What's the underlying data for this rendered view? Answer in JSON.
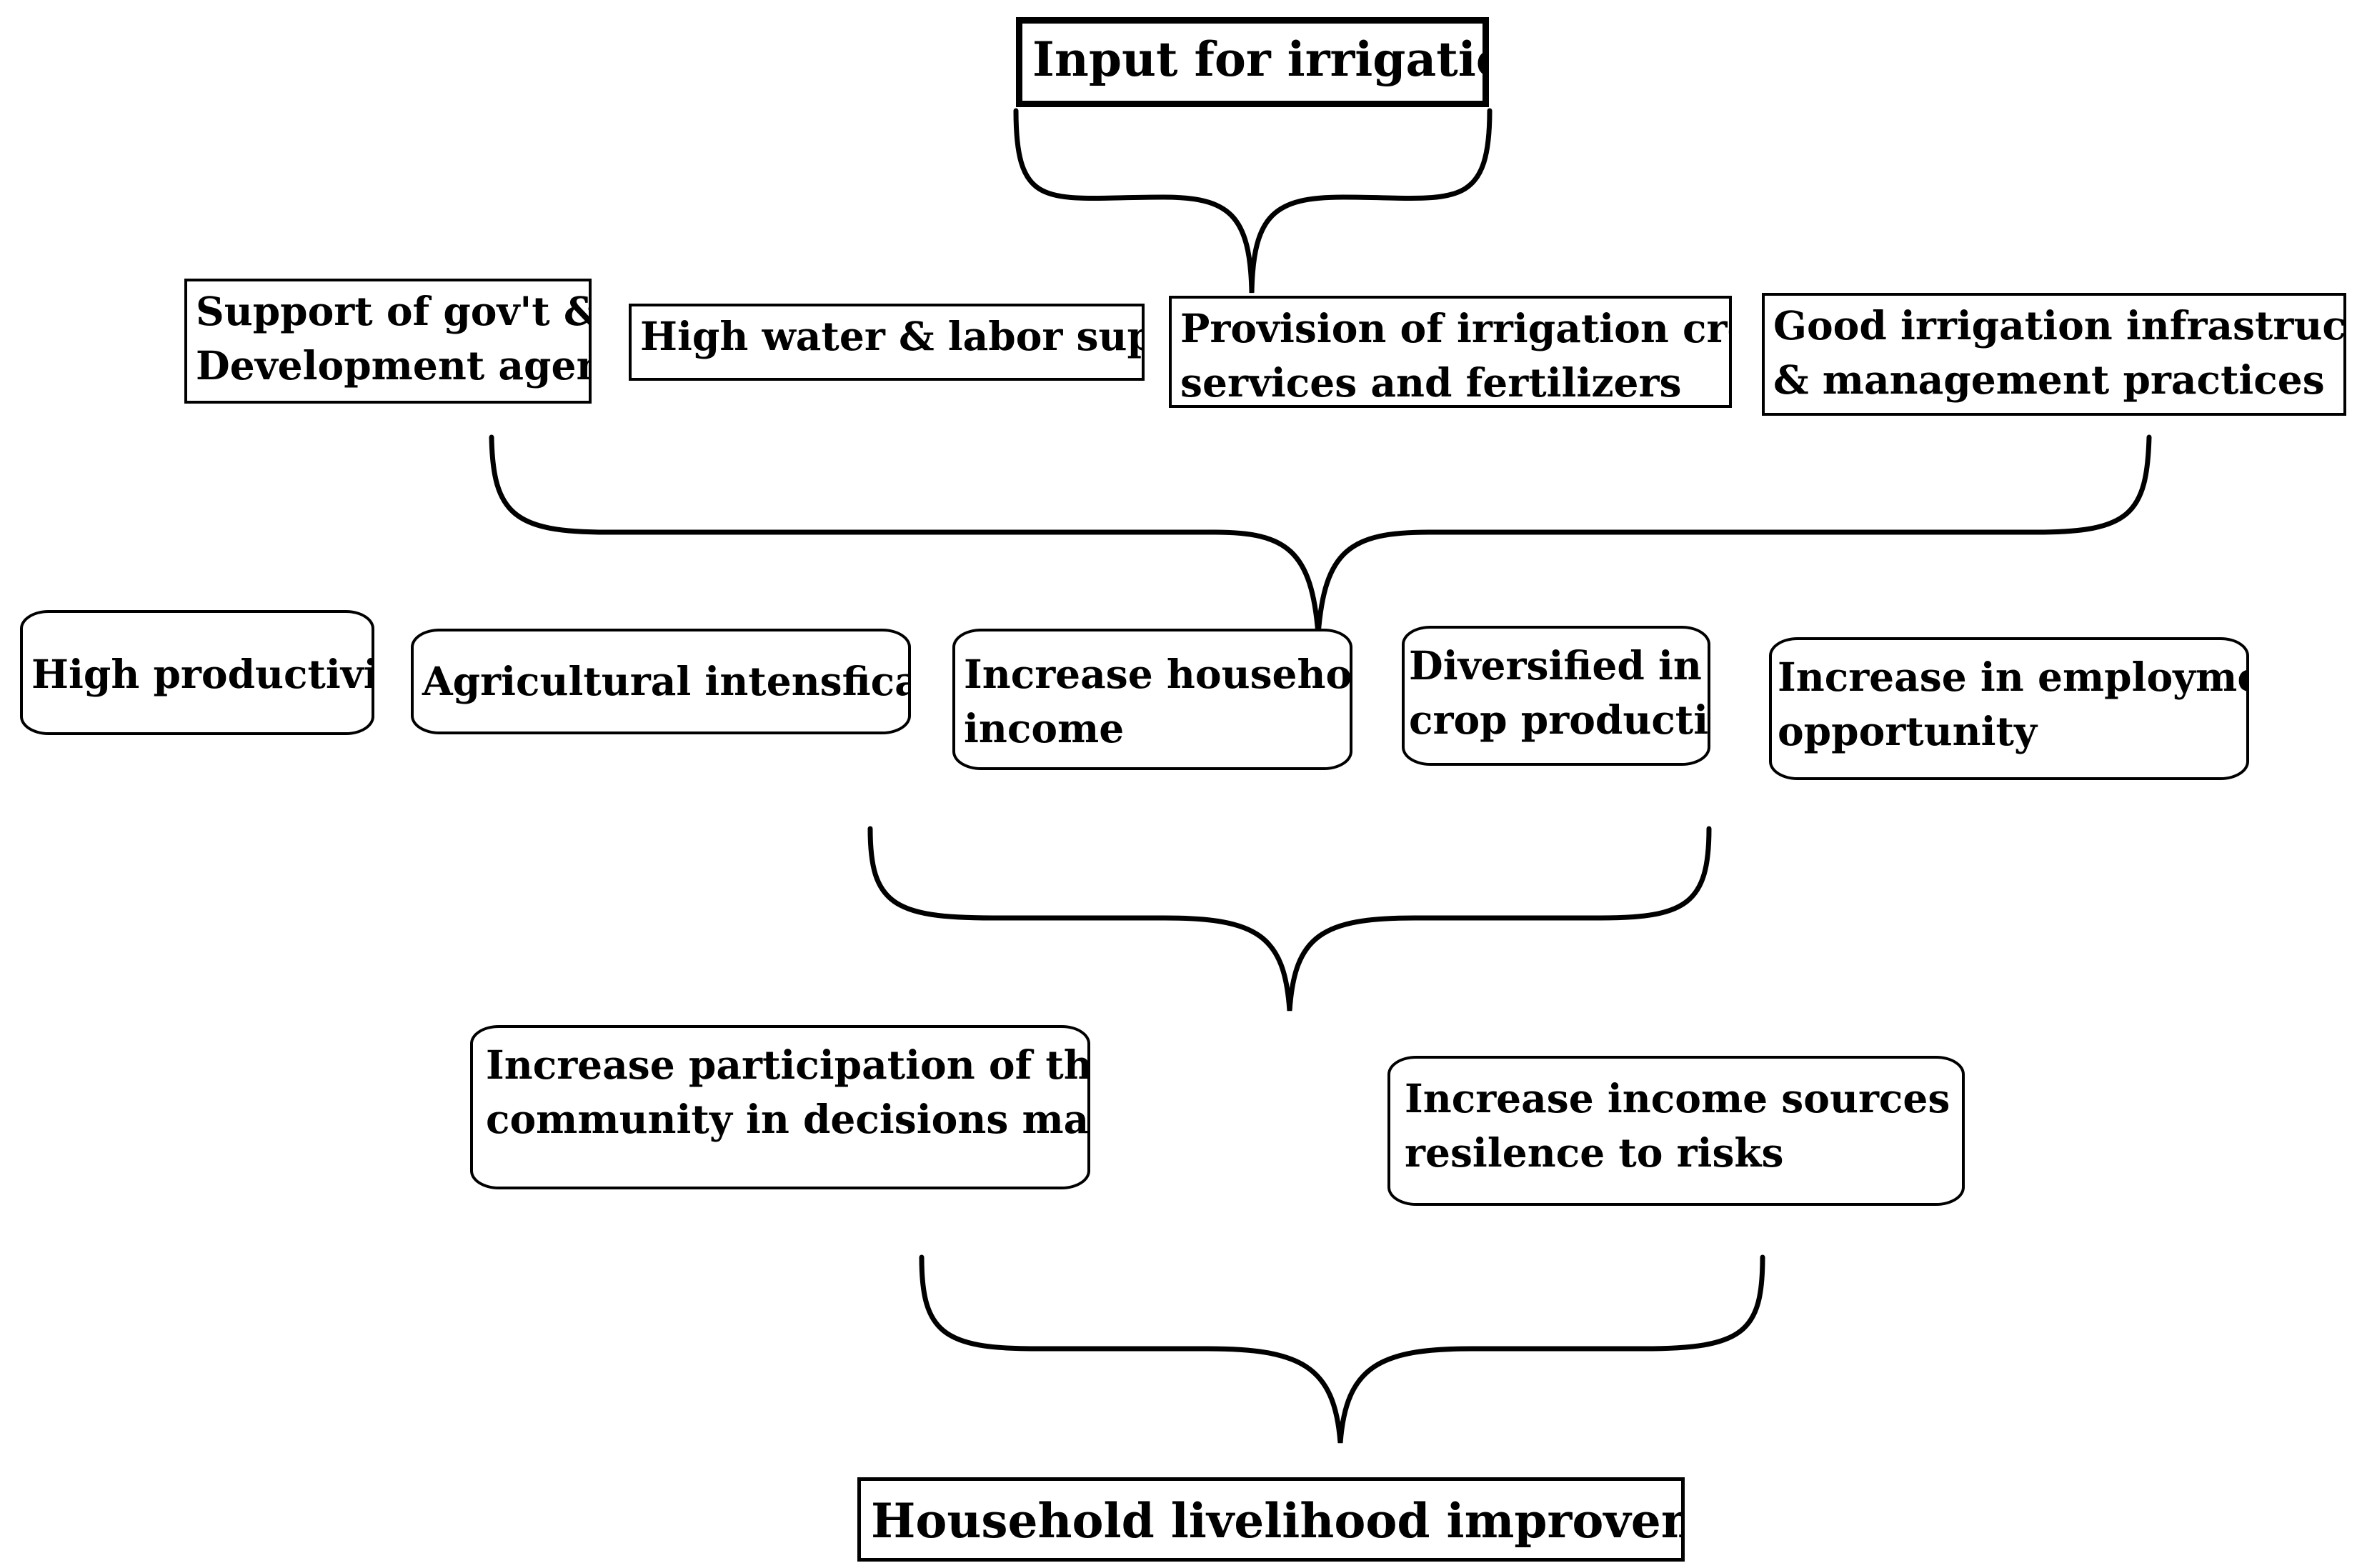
{
  "title": "Input for irrigation",
  "inputs": [
    [
      "Support of gov't &",
      "Development agents"
    ],
    [
      "High water & labor supply"
    ],
    [
      "Provision of irrigation credit",
      "services and fertilizers"
    ],
    [
      "Good irrigation infrastructure",
      "& management practices"
    ]
  ],
  "effects": [
    [
      "High productivity"
    ],
    [
      "Agricultural intensfication"
    ],
    [
      "Increase household",
      "income"
    ],
    [
      "Diversified in",
      "crop production"
    ],
    [
      "Increase in employment",
      "opportunity"
    ]
  ],
  "outcomes": [
    [
      "Increase participation of the",
      "community in decisions making"
    ],
    [
      "Increase income sources &",
      "resilence to risks"
    ]
  ],
  "final": "Household livelihood improvement"
}
